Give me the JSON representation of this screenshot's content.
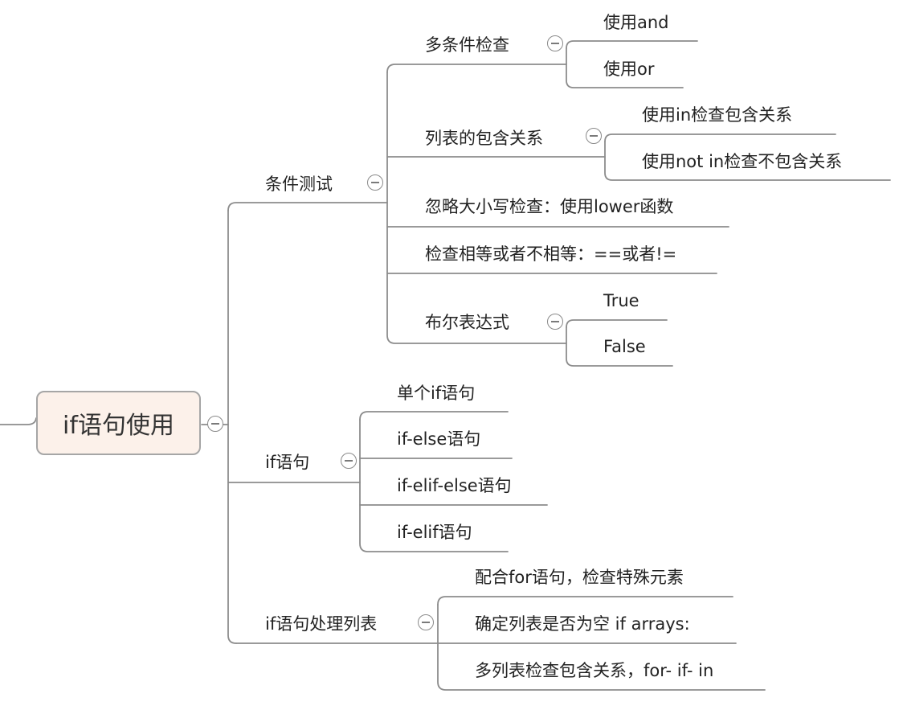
{
  "root": {
    "title": "if语句使用"
  },
  "branches": {
    "conditions": {
      "label": "条件测试",
      "multi": {
        "label": "多条件检查",
        "and": "使用and",
        "or": "使用or"
      },
      "list_contain": {
        "label": "列表的包含关系",
        "in": "使用in检查包含关系",
        "not_in": "使用not in检查不包含关系"
      },
      "ignore_case": "忽略大小写检查：使用lower函数",
      "equality": "检查相等或者不相等：==或者!=",
      "boolean": {
        "label": "布尔表达式",
        "true": "True",
        "false": "False"
      }
    },
    "if_stmt": {
      "label": "if语句",
      "single": "单个if语句",
      "if_else": "if-else语句",
      "if_elif_else": "if-elif-else语句",
      "if_elif": "if-elif语句"
    },
    "if_list": {
      "label": "if语句处理列表",
      "for_special": "配合for语句，检查特殊元素",
      "empty_check": "确定列表是否为空 if arrays:",
      "multi_list": "多列表检查包含关系，for- if- in"
    }
  }
}
